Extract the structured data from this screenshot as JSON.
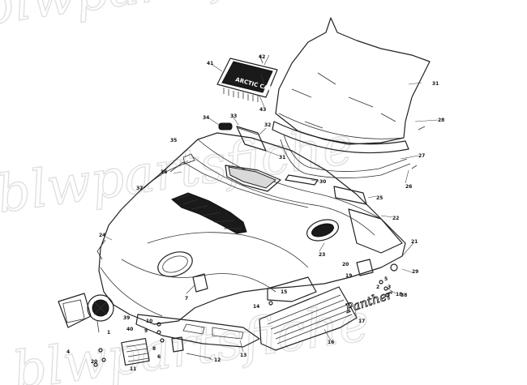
{
  "watermark": "blwpartsfiche",
  "part_callouts": [
    "1",
    "2",
    "3",
    "4",
    "5",
    "6",
    "7",
    "8",
    "9",
    "10",
    "11",
    "12",
    "13",
    "14",
    "15",
    "16",
    "17",
    "18",
    "19",
    "20",
    "21",
    "22",
    "23",
    "24",
    "25",
    "26",
    "27",
    "28",
    "29",
    "30",
    "31",
    "32",
    "33",
    "34",
    "35",
    "36",
    "37",
    "38",
    "39",
    "40",
    "41",
    "42",
    "43"
  ],
  "decal_text": {
    "hood_badge": "ARCTIC CAT",
    "side_script": "Panther"
  },
  "colors": {
    "line": "#222222",
    "background": "#ffffff",
    "watermark": "#c8c8c8"
  }
}
